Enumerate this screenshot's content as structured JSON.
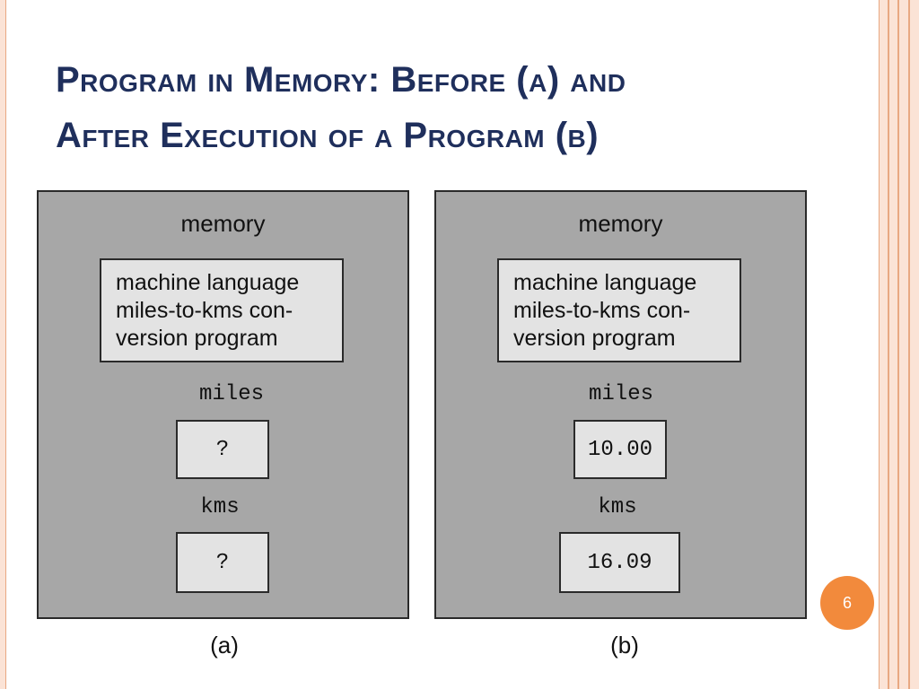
{
  "slide": {
    "title_line1": "Program in Memory: Before (a) and",
    "title_line2": "After Execution of a Program (b)",
    "page_number": "6"
  },
  "panels": [
    {
      "memory_label": "memory",
      "program_lines": [
        "machine language",
        "miles-to-kms con-",
        "version program"
      ],
      "miles_label": "miles",
      "miles_value": "?",
      "kms_label": "kms",
      "kms_value": "?",
      "caption": "(a)"
    },
    {
      "memory_label": "memory",
      "program_lines": [
        "machine language",
        "miles-to-kms con-",
        "version program"
      ],
      "miles_label": "miles",
      "miles_value": "10.00",
      "kms_label": "kms",
      "kms_value": "16.09",
      "caption": "(b)"
    }
  ],
  "colors": {
    "title": "#1f2f5c",
    "panel_fill": "#a7a7a7",
    "box_fill": "#e3e3e3",
    "accent": "#f28a3c",
    "stripe_light": "#fbe3d6",
    "stripe_dark": "#e8a882"
  }
}
